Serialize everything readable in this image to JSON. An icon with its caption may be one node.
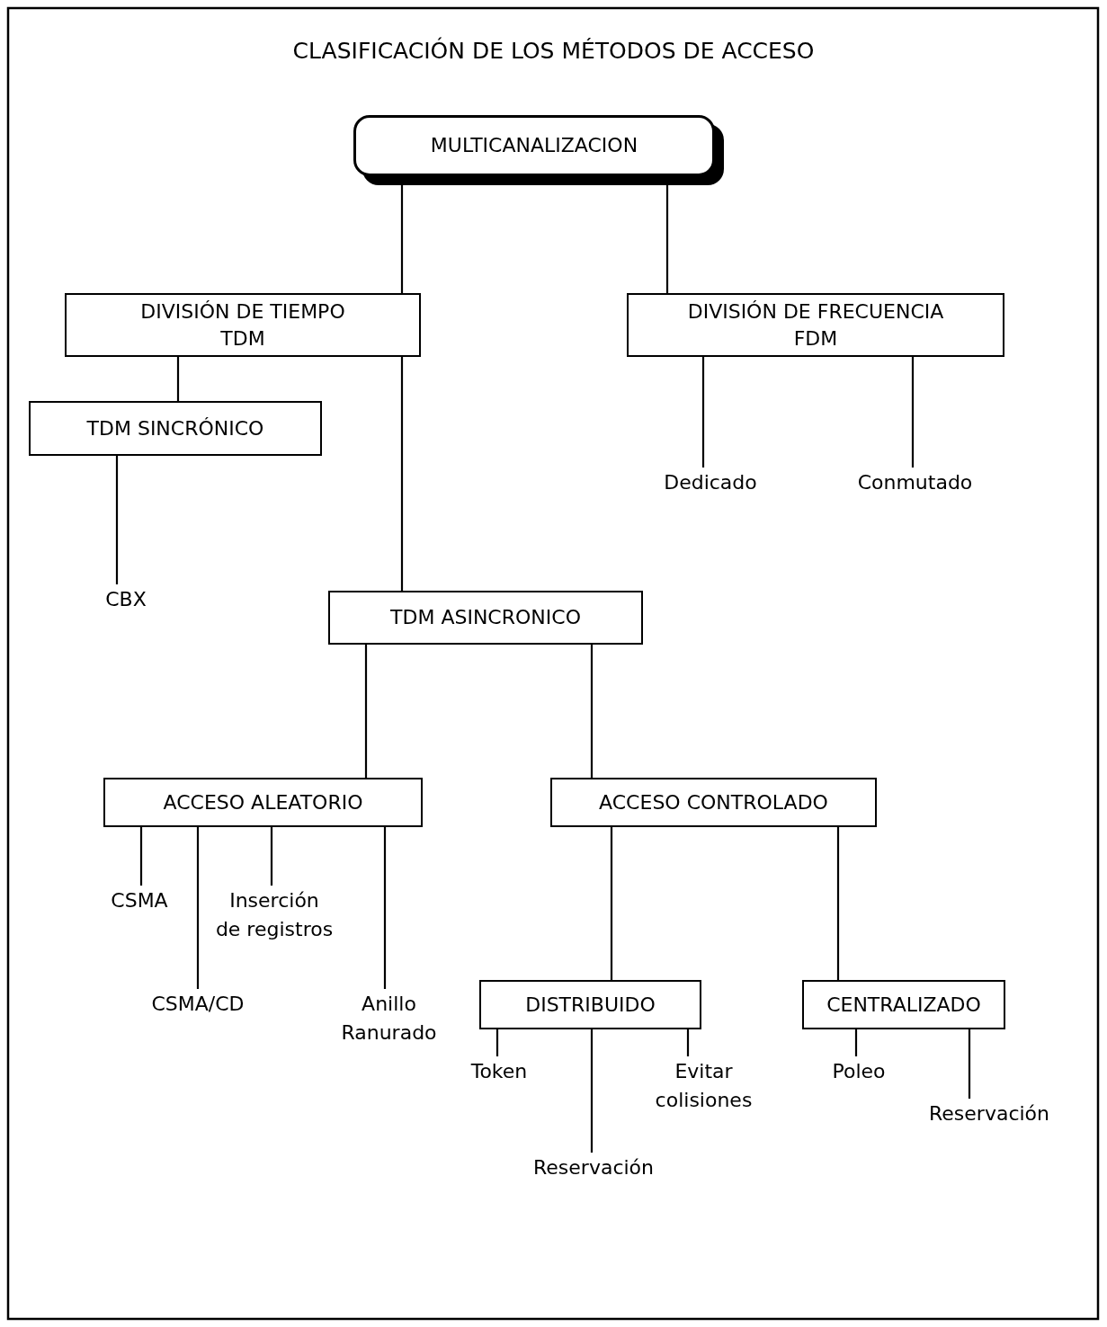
{
  "diagram": {
    "title": "CLASIFICACIÓN DE LOS MÉTODOS DE ACCESO",
    "nodes": [
      {
        "text": [
          "MULTICANALIZACION"
        ]
      },
      {
        "text": [
          "DIVISIÓN DE TIEMPO",
          "TDM"
        ]
      },
      {
        "text": [
          "DIVISIÓN DE FRECUENCIA",
          "FDM"
        ]
      },
      {
        "text": [
          "TDM SINCRÓNICO"
        ]
      },
      {
        "text": [
          "Dedicado"
        ]
      },
      {
        "text": [
          "Conmutado"
        ]
      },
      {
        "text": [
          "CBX"
        ]
      },
      {
        "text": [
          "TDM ASINCRONICO"
        ]
      },
      {
        "text": [
          "ACCESO ALEATORIO"
        ]
      },
      {
        "text": [
          "ACCESO CONTROLADO"
        ]
      },
      {
        "text": [
          "CSMA"
        ]
      },
      {
        "text": [
          "Inserción de registros"
        ]
      },
      {
        "text": [
          "CSMA/CD"
        ]
      },
      {
        "text": [
          "Anillo Ranurado"
        ]
      },
      {
        "text": [
          "DISTRIBUIDO"
        ]
      },
      {
        "text": [
          "CENTRALIZADO"
        ]
      },
      {
        "text": [
          "Token"
        ]
      },
      {
        "text": [
          "Evitar colisiones"
        ]
      },
      {
        "text": [
          "Poleo"
        ]
      },
      {
        "text": [
          "Reservación"
        ]
      },
      {
        "text": [
          "Reservación"
        ]
      }
    ],
    "edges": [
      {
        "from": 0,
        "to": 1,
        "arrow": "none"
      },
      {
        "from": 0,
        "to": 2,
        "arrow": "none"
      },
      {
        "from": 1,
        "to": 3,
        "arrow": "none"
      },
      {
        "from": 1,
        "to": 7,
        "arrow": "none"
      },
      {
        "from": 2,
        "to": 4,
        "arrow": "none"
      },
      {
        "from": 2,
        "to": 5,
        "arrow": "none"
      },
      {
        "from": 3,
        "to": 6,
        "arrow": "none"
      },
      {
        "from": 7,
        "to": 8,
        "arrow": "none"
      },
      {
        "from": 7,
        "to": 9,
        "arrow": "none"
      },
      {
        "from": 8,
        "to": 10,
        "arrow": "none"
      },
      {
        "from": 8,
        "to": 11,
        "arrow": "none"
      },
      {
        "from": 8,
        "to": 12,
        "arrow": "none"
      },
      {
        "from": 8,
        "to": 13,
        "arrow": "none"
      },
      {
        "from": 9,
        "to": 14,
        "arrow": "none"
      },
      {
        "from": 9,
        "to": 15,
        "arrow": "none"
      },
      {
        "from": 14,
        "to": 16,
        "arrow": "none"
      },
      {
        "from": 14,
        "to": 17,
        "arrow": "none"
      },
      {
        "from": 14,
        "to": 20,
        "arrow": "none"
      },
      {
        "from": 15,
        "to": 18,
        "arrow": "none"
      },
      {
        "from": 15,
        "to": 19,
        "arrow": "none"
      }
    ]
  }
}
